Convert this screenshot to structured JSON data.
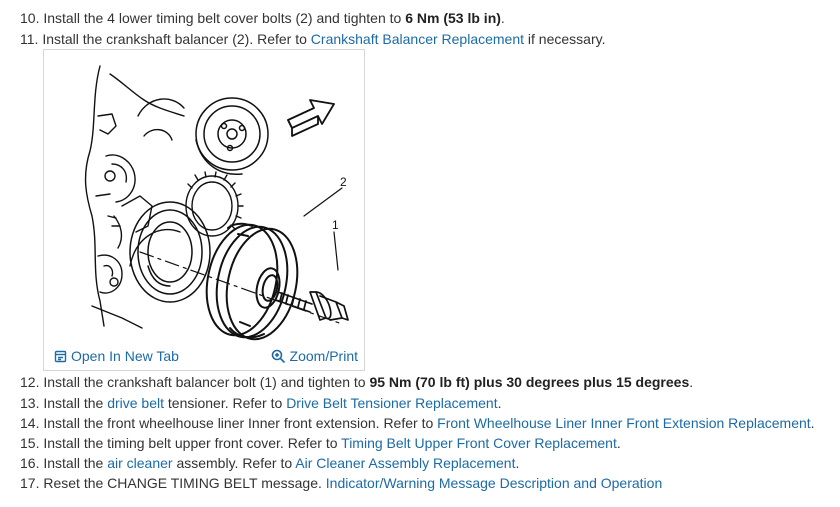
{
  "steps_top": [
    {
      "num": "10.",
      "pre": "Install the 4 lower timing belt cover bolts (2) and tighten to ",
      "bold": "6 Nm (53 lb in)",
      "post": "."
    },
    {
      "num": "11.",
      "pre": "Install the crankshaft balancer (2). Refer to ",
      "link": "Crankshaft Balancer Replacement",
      "post": " if necessary."
    }
  ],
  "figure": {
    "open_label": "Open In New Tab",
    "zoom_label": "Zoom/Print",
    "callout_1": "1",
    "callout_2": "2"
  },
  "steps_bottom": [
    {
      "num": "12.",
      "pre": "Install the crankshaft balancer bolt (1) and tighten to ",
      "bold": "95 Nm (70 lb ft) plus 30 degrees plus 15 degrees",
      "post": "."
    },
    {
      "num": "13.",
      "pre": "Install the ",
      "link": "drive belt",
      "mid": " tensioner. Refer to ",
      "link2": "Drive Belt Tensioner Replacement",
      "post": "."
    },
    {
      "num": "14.",
      "pre": "Install the front wheelhouse liner Inner front extension. Refer to ",
      "link": "Front Wheelhouse Liner Inner Front Extension Replacement",
      "post": "."
    },
    {
      "num": "15.",
      "pre": "Install the timing belt upper front cover. Refer to ",
      "link": "Timing Belt Upper Front Cover Replacement",
      "post": "."
    },
    {
      "num": "16.",
      "pre": "Install the ",
      "link": "air cleaner",
      "mid": " assembly. Refer to ",
      "link2": "Air Cleaner Assembly Replacement",
      "post": "."
    },
    {
      "num": "17.",
      "pre": "Reset the CHANGE TIMING BELT message. ",
      "link": "Indicator/Warning Message Description and Operation",
      "post": ""
    }
  ],
  "colors": {
    "link": "#1c6aa6",
    "text": "#333333",
    "border": "#d6d6d6"
  },
  "icons": {
    "open_tab": "open-in-new-tab-icon",
    "zoom": "zoom-magnifier-icon"
  }
}
